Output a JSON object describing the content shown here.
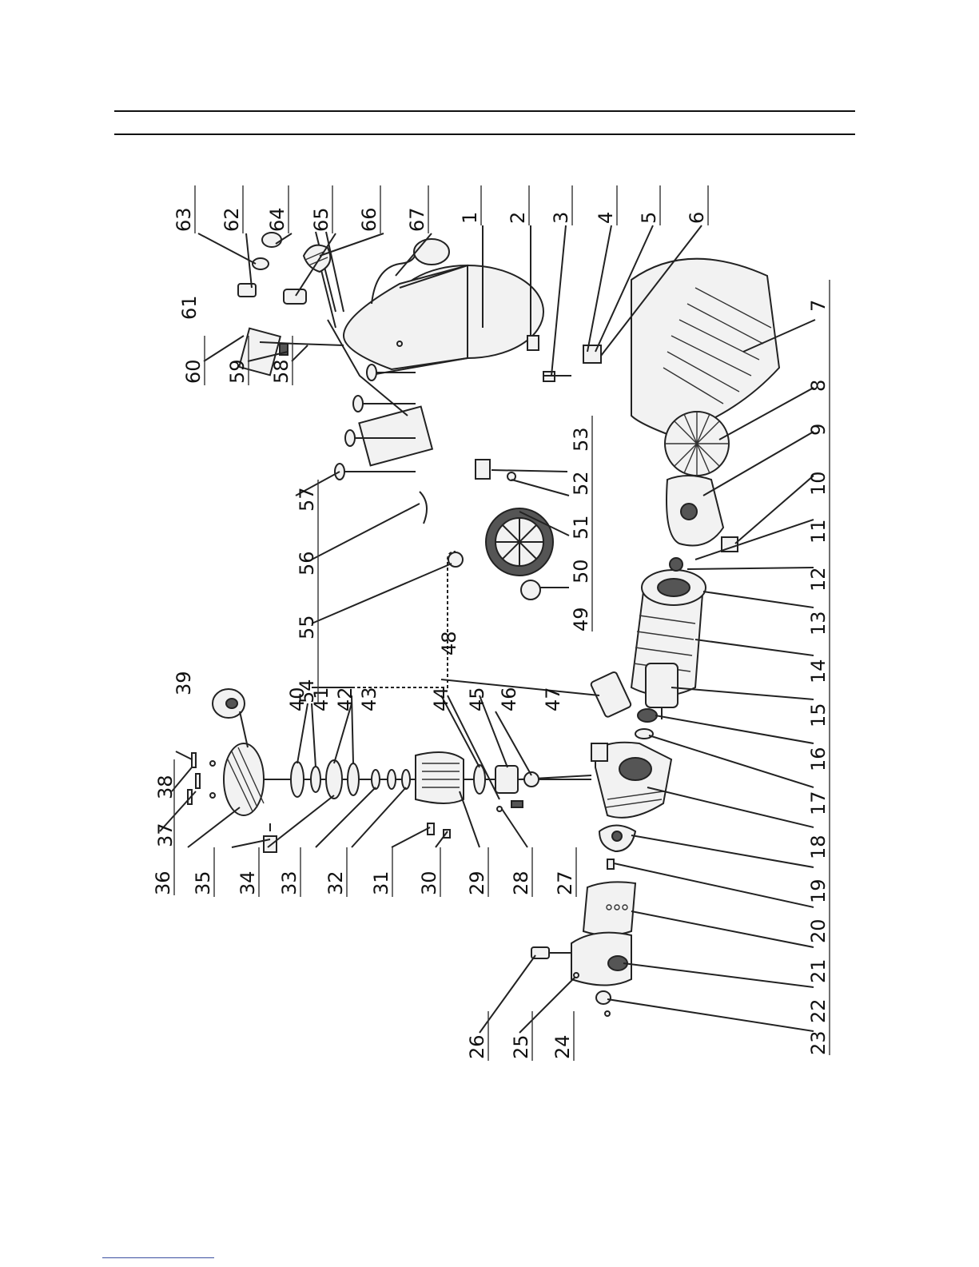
{
  "labels": {
    "left_column": [
      "26",
      "25",
      "24",
      "23",
      "22",
      "21",
      "20",
      "19",
      "18",
      "17",
      "16",
      "15",
      "14",
      "13",
      "12",
      "11",
      "10",
      "9",
      "8",
      "7"
    ],
    "top_row": [
      "63",
      "62",
      "64",
      "65",
      "66",
      "67",
      "1",
      "2",
      "3",
      "4",
      "5",
      "6"
    ],
    "middle_row": [
      "60",
      "59",
      "58",
      "57",
      "56",
      "55",
      "54",
      "53",
      "52",
      "51",
      "50",
      "49",
      "48"
    ],
    "column_left2": [
      "36",
      "37",
      "38",
      "39",
      "35",
      "34",
      "33",
      "32",
      "31",
      "30",
      "29",
      "28",
      "27"
    ],
    "column_mid": [
      "40",
      "41",
      "42",
      "43",
      "44",
      "45",
      "46",
      "47"
    ],
    "misc": [
      "61"
    ]
  }
}
